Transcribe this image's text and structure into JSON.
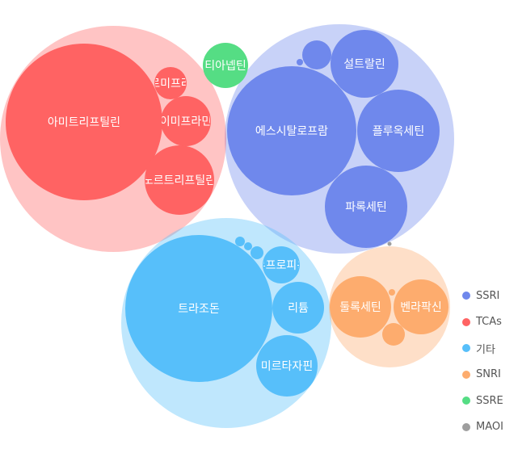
{
  "chart_data": {
    "type": "bubble-pack",
    "groups": [
      {
        "name": "SSRI",
        "color": "#6f88ec",
        "items": [
          {
            "label": "에스시탈로프람"
          },
          {
            "label": "설트랄린"
          },
          {
            "label": "플루옥세틴"
          },
          {
            "label": "파록세틴"
          },
          {
            "label": ""
          },
          {
            "label": ""
          }
        ]
      },
      {
        "name": "TCAs",
        "color": "#ff6363",
        "items": [
          {
            "label": "아미트리프틸린"
          },
          {
            "label": "이미프라민"
          },
          {
            "label": "노르트리프틸린"
          },
          {
            "label": "클로미프라민"
          }
        ]
      },
      {
        "name": "기타",
        "color": "#57bffa",
        "items": [
          {
            "label": "트라조돈"
          },
          {
            "label": "미르타자핀"
          },
          {
            "label": "리튬"
          },
          {
            "label": "부프로피온"
          },
          {
            "label": ""
          },
          {
            "label": ""
          },
          {
            "label": ""
          }
        ]
      },
      {
        "name": "SNRI",
        "color": "#fdac6e",
        "items": [
          {
            "label": "둘록세틴"
          },
          {
            "label": "벤라팍신"
          },
          {
            "label": ""
          },
          {
            "label": ""
          }
        ]
      },
      {
        "name": "SSRE",
        "color": "#55dd84",
        "items": [
          {
            "label": "티아넵틴"
          }
        ]
      },
      {
        "name": "MAOI",
        "color": "#9e9e9e",
        "items": []
      }
    ]
  },
  "legend": [
    {
      "name": "SSRI",
      "color": "#6f88ec"
    },
    {
      "name": "TCAs",
      "color": "#ff6363"
    },
    {
      "name": "기타",
      "color": "#57bffa"
    },
    {
      "name": "SNRI",
      "color": "#fdac6e"
    },
    {
      "name": "SSRE",
      "color": "#55dd84"
    },
    {
      "name": "MAOI",
      "color": "#9e9e9e"
    }
  ]
}
